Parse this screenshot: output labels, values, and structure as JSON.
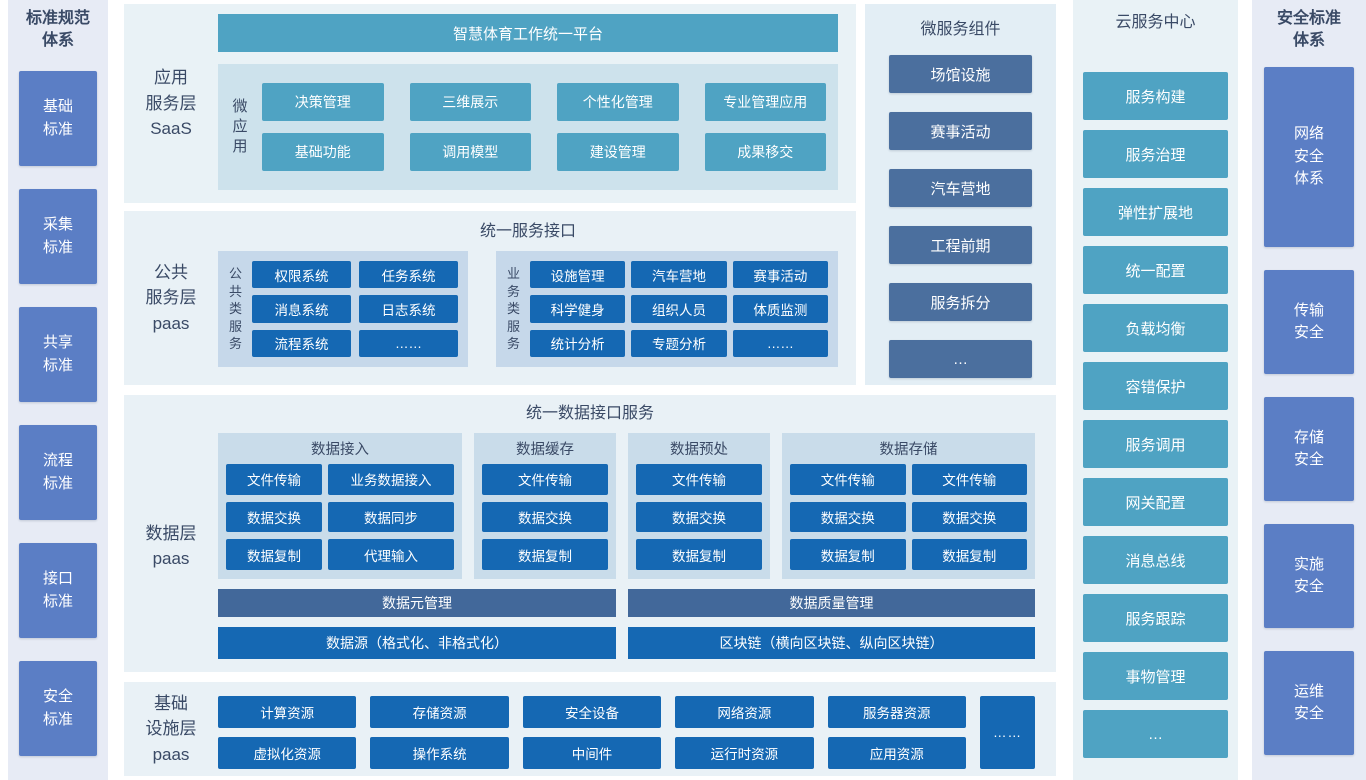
{
  "standards_left": {
    "title": "标准规范\n体系",
    "items": [
      "基础\n标准",
      "采集\n标准",
      "共享\n标准",
      "流程\n标准",
      "接口\n标准",
      "安全\n标准"
    ]
  },
  "saas_layer": {
    "label": "应用\n服务层\nSaaS",
    "header": "智慧体育工作统一平台",
    "micro_label": "微应用",
    "apps": [
      "决策管理",
      "三维展示",
      "个性化管理",
      "专业管理应用",
      "基础功能",
      "调用模型",
      "建设管理",
      "成果移交"
    ]
  },
  "public_layer": {
    "label": "公共\n服务层\npaas",
    "title": "统一服务接口",
    "common": {
      "label": "公共类服务",
      "items": [
        "权限系统",
        "任务系统",
        "消息系统",
        "日志系统",
        "流程系统",
        "……"
      ]
    },
    "business": {
      "label": "业务类服务",
      "items": [
        "设施管理",
        "汽车营地",
        "赛事活动",
        "科学健身",
        "组织人员",
        "体质监测",
        "统计分析",
        "专题分析",
        "……"
      ]
    }
  },
  "data_layer": {
    "label": "数据层\npaas",
    "title": "统一数据接口服务",
    "groups": [
      {
        "title": "数据接入",
        "items": [
          "文件传输",
          "业务数据接入",
          "数据交换",
          "数据同步",
          "数据复制",
          "代理输入"
        ]
      },
      {
        "title": "数据缓存",
        "items": [
          "文件传输",
          "数据交换",
          "数据复制"
        ]
      },
      {
        "title": "数据预处",
        "items": [
          "文件传输",
          "数据交换",
          "数据复制"
        ]
      },
      {
        "title": "数据存储",
        "items": [
          "文件传输",
          "文件传输",
          "数据交换",
          "数据交换",
          "数据复制",
          "数据复制"
        ]
      }
    ],
    "meta_bar": "数据元管理",
    "source_bar": "数据源（格式化、非格式化）",
    "quality_bar": "数据质量管理",
    "blockchain_bar": "区块链（横向区块链、纵向区块链）"
  },
  "infra_layer": {
    "label": "基础\n设施层\npaas",
    "items": [
      "计算资源",
      "存储资源",
      "安全设备",
      "网络资源",
      "服务器资源",
      "虚拟化资源",
      "操作系统",
      "中间件",
      "运行时资源",
      "应用资源"
    ],
    "more": "……"
  },
  "microservices": {
    "title": "微服务组件",
    "items": [
      "场馆设施",
      "赛事活动",
      "汽车营地",
      "工程前期",
      "服务拆分",
      "…"
    ]
  },
  "cloud": {
    "title": "云服务中心",
    "items": [
      "服务构建",
      "服务治理",
      "弹性扩展地",
      "统一配置",
      "负载均衡",
      "容错保护",
      "服务调用",
      "网关配置",
      "消息总线",
      "服务跟踪",
      "事物管理",
      "…"
    ]
  },
  "security_right": {
    "title": "安全标准\n体系",
    "items": [
      "网络\n安全\n体系",
      "传输\n安全",
      "存储\n安全",
      "实施\n安全",
      "运维\n安全"
    ]
  },
  "colors": {
    "accent_teal": "#4fa3c3",
    "accent_blue": "#1568b3",
    "accent_slate": "#4b6f9e",
    "accent_steel_bar": "#42689a",
    "accent_periwinkle": "#5b7ec5",
    "panel_light_cyan": "#e9f2f6",
    "panel_light_lavender": "#e7ebf5",
    "subpanel_blue": "#c6d8ea",
    "text_navy": "#3a4a66"
  }
}
